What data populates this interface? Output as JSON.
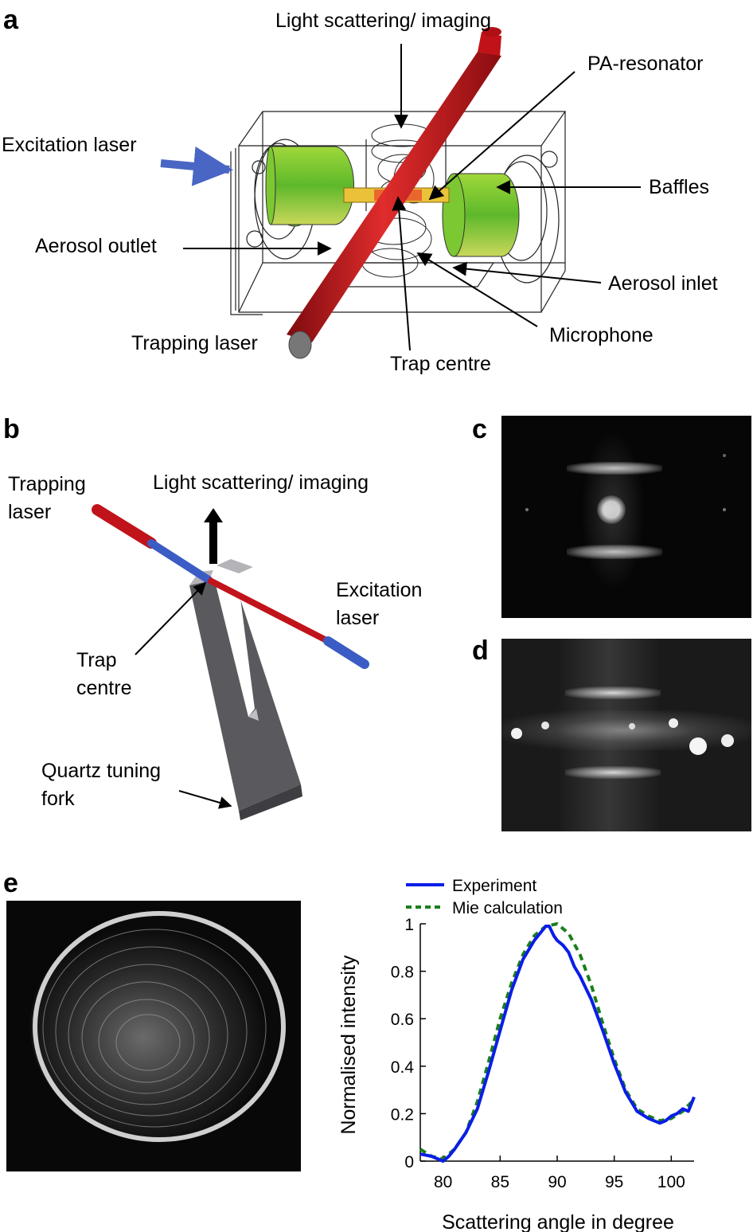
{
  "panels": {
    "a": "a",
    "b": "b",
    "c": "c",
    "d": "d",
    "e": "e"
  },
  "panel_a": {
    "light_scattering": "Light scattering/ imaging",
    "pa_resonator": "PA-resonator",
    "excitation_laser": "Excitation laser",
    "baffles": "Baffles",
    "aerosol_outlet": "Aerosol outlet",
    "aerosol_inlet": "Aerosol inlet",
    "microphone": "Microphone",
    "trapping_laser": "Trapping laser",
    "trap_centre": "Trap centre"
  },
  "panel_b": {
    "trapping_laser": "Trapping\nlaser",
    "light_scattering": "Light scattering/ imaging",
    "excitation_laser": "Excitation\nlaser",
    "trap_centre": "Trap\ncentre",
    "quartz_fork": "Quartz tuning\nfork"
  },
  "colors": {
    "trapping_laser": "#c0141a",
    "excitation_laser": "#3b5cc4",
    "baffle_green": "#8ccc2a",
    "fork_gray": "#5a5a5e",
    "experiment": "#0a1ee6",
    "mie": "#1a7f1a"
  },
  "chart_data": {
    "type": "line",
    "xlabel": "Scattering angle in degree",
    "ylabel": "Normalised intensity",
    "xlim": [
      78,
      102
    ],
    "ylim": [
      0,
      1
    ],
    "xticks": [
      80,
      85,
      90,
      95,
      100
    ],
    "yticks": [
      0,
      0.2,
      0.4,
      0.6,
      0.8,
      1
    ],
    "ytick_labels": [
      "0",
      "0.2",
      "0.4",
      "0.6",
      "0.8",
      "1"
    ],
    "legend_position": "top",
    "series": [
      {
        "name": "Experiment",
        "style": "solid",
        "color": "#0a1ee6",
        "x": [
          78,
          79,
          80,
          80.5,
          81,
          82,
          83,
          84,
          85,
          86,
          87,
          88,
          88.5,
          89,
          89.3,
          89.7,
          90,
          90.5,
          91,
          91.5,
          92,
          92.5,
          93,
          94,
          95,
          96,
          97,
          98,
          99,
          99.5,
          100,
          100.5,
          101,
          101.5,
          102
        ],
        "y": [
          0.03,
          0.02,
          0.0,
          0.02,
          0.05,
          0.12,
          0.22,
          0.38,
          0.55,
          0.72,
          0.85,
          0.93,
          0.96,
          0.99,
          0.99,
          0.95,
          0.93,
          0.91,
          0.88,
          0.82,
          0.78,
          0.73,
          0.68,
          0.55,
          0.41,
          0.29,
          0.21,
          0.18,
          0.16,
          0.17,
          0.19,
          0.2,
          0.22,
          0.21,
          0.27
        ]
      },
      {
        "name": "Mie calculation",
        "style": "dashed",
        "color": "#1a7f1a",
        "x": [
          78,
          79,
          80,
          81,
          82,
          83,
          84,
          85,
          86,
          87,
          88,
          89,
          90,
          91,
          92,
          93,
          94,
          95,
          96,
          97,
          98,
          99,
          100,
          101,
          102
        ],
        "y": [
          0.05,
          0.02,
          0.01,
          0.05,
          0.12,
          0.25,
          0.42,
          0.6,
          0.75,
          0.87,
          0.95,
          0.99,
          1.0,
          0.96,
          0.87,
          0.74,
          0.58,
          0.43,
          0.3,
          0.22,
          0.19,
          0.17,
          0.18,
          0.21,
          0.26
        ]
      }
    ]
  }
}
